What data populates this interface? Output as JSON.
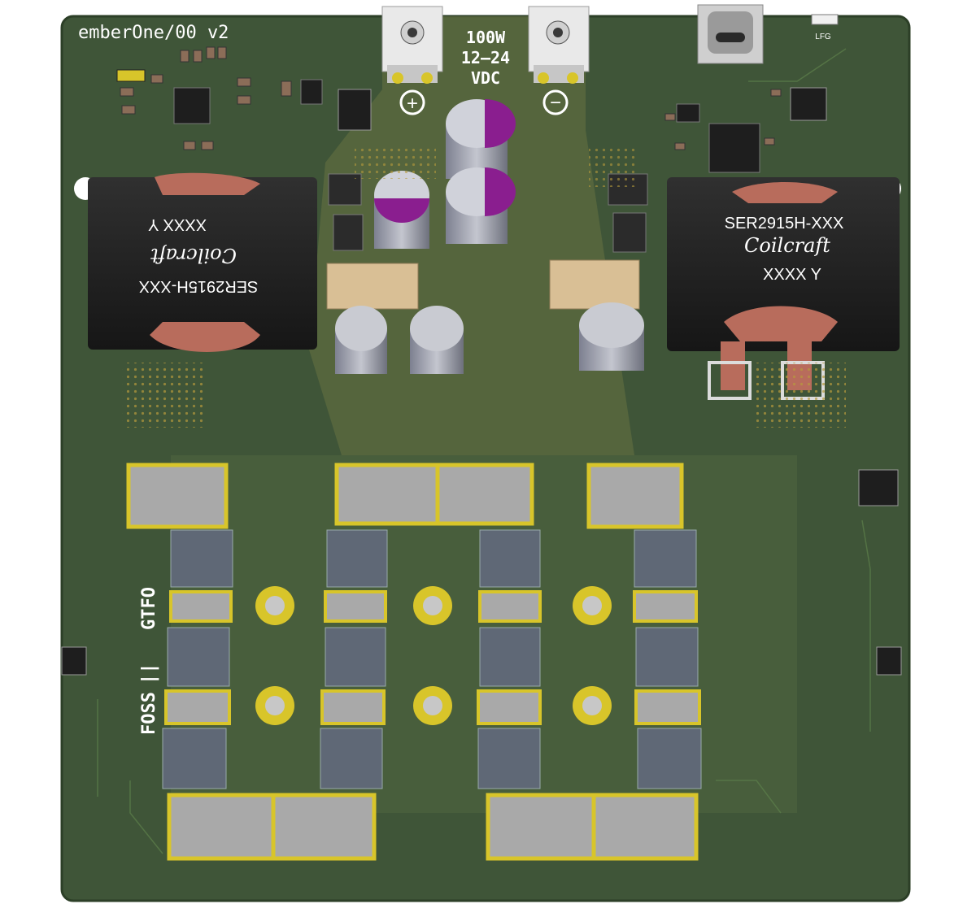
{
  "board": {
    "title": "emberOne/00 v2",
    "power_rating": {
      "watts": "100W",
      "voltage_range": "12–24",
      "type": "VDC"
    },
    "terminal_positive_symbol": "+",
    "terminal_negative_symbol": "−",
    "led_label": "LFG",
    "side_text_1": "GTFO",
    "side_text_2": "||",
    "side_text_3": "FOSS"
  },
  "inductors": {
    "left": {
      "part": "SER2915H-XXX",
      "brand": "Coilcraft",
      "lot": "XXXX Y"
    },
    "right": {
      "part": "SER2915H-XXX",
      "brand": "Coilcraft",
      "lot": "XXXX Y"
    }
  },
  "colors": {
    "pcb": "#3f5538",
    "pcb_edge": "#2c3f27",
    "copper_pour": "#6b7a48",
    "silkscreen": "#ffffff",
    "gold_pad": "#d8c52a",
    "ic_body": "#1e1e1e",
    "cap_top": "#c9cbd2",
    "cap_band": "#8a1e8f",
    "inductor_body": "#262626",
    "inductor_coil": "#b86c5c"
  }
}
